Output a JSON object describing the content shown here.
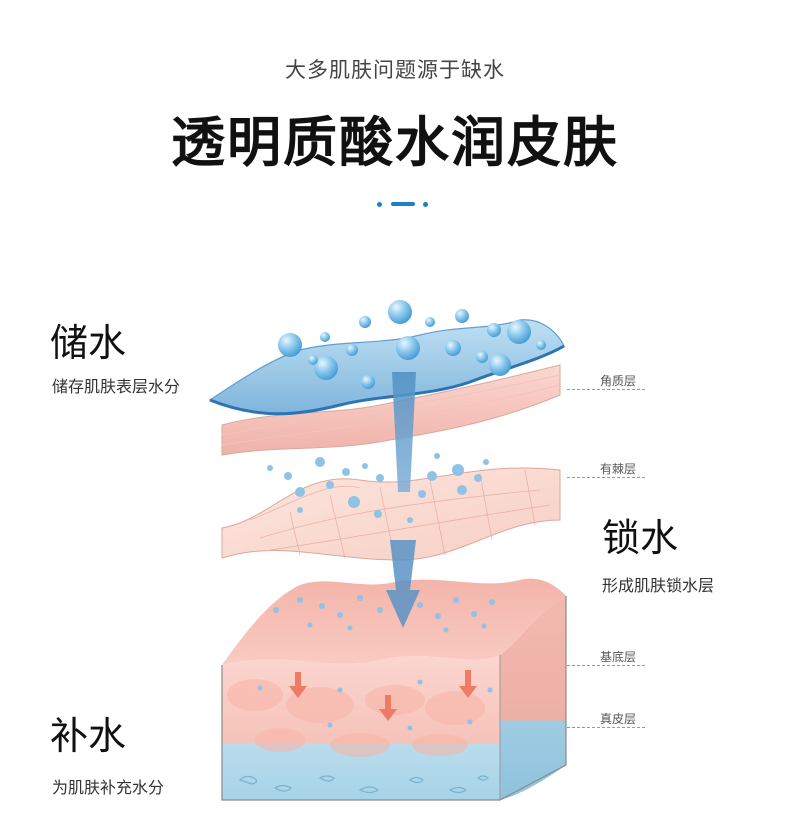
{
  "header": {
    "subtitle": "大多肌肤问题源于缺水",
    "title": "透明质酸水润皮肤"
  },
  "sections": {
    "store": {
      "title": "储水",
      "desc": "储存肌肤表层水分"
    },
    "lock": {
      "title": "锁水",
      "desc": "形成肌肤锁水层"
    },
    "replenish": {
      "title": "补水",
      "desc": "为肌肤补充水分"
    }
  },
  "layers": {
    "stratum_corneum": "角质层",
    "spinous": "有棘层",
    "basal": "基底层",
    "dermis": "真皮层"
  },
  "colors": {
    "accent": "#1e7fcc",
    "skin_pink": "#f6c5bd",
    "water_blue": "#9fcde8",
    "arrow_red": "#ef7b64"
  }
}
